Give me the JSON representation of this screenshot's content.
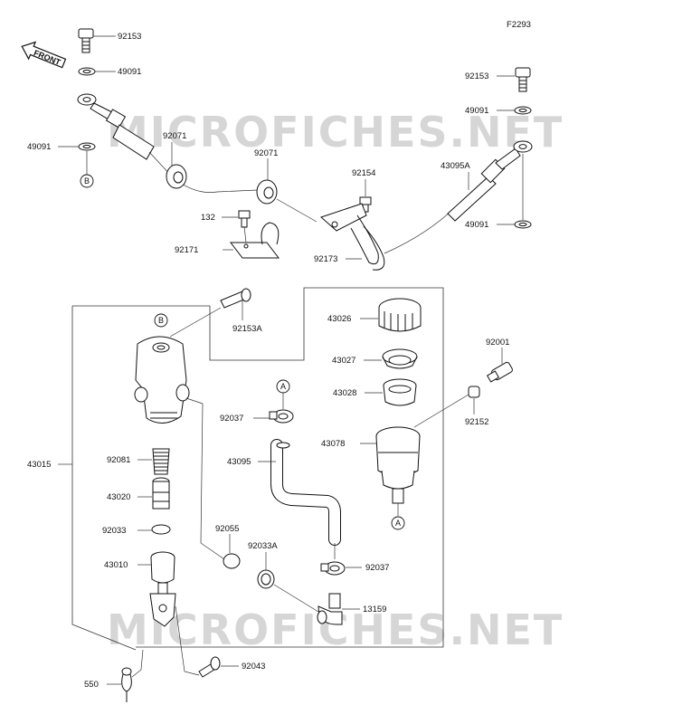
{
  "diagram_code": "F2293",
  "front_label": "FRONT",
  "watermark": "MICROFICHES.NET",
  "parts": {
    "bolt_left": "92153",
    "washer_left_top": "49091",
    "washer_left_bottom": "49091",
    "grommet_left": "92071",
    "grommet_right": "92071",
    "bolt_132": "132",
    "clamp_92171": "92171",
    "bolt_92154": "92154",
    "bracket_92173": "92173",
    "hose_43095A": "43095A",
    "bolt_right": "92153",
    "washer_right_top": "49091",
    "washer_right_bottom": "49091",
    "cap_43026": "43026",
    "diaphragm_43027": "43027",
    "plate_43028": "43028",
    "bolt_92153A": "92153A",
    "bolt_92001": "92001",
    "collar_92152": "92152",
    "reservoir_43078": "43078",
    "clip_92037_top": "92037",
    "hose_43095": "43095",
    "clip_92037_bottom": "92037",
    "fitting_13159": "13159",
    "master_cyl_43015": "43015",
    "spring_92081": "92081",
    "piston_43020": "43020",
    "circlip_92033": "92033",
    "oring_92055": "92055",
    "circlip_92033A": "92033A",
    "pushrod_43010": "43010",
    "pin_92043": "92043",
    "cotter_550": "550"
  },
  "markers": {
    "a": "A",
    "b": "B"
  }
}
